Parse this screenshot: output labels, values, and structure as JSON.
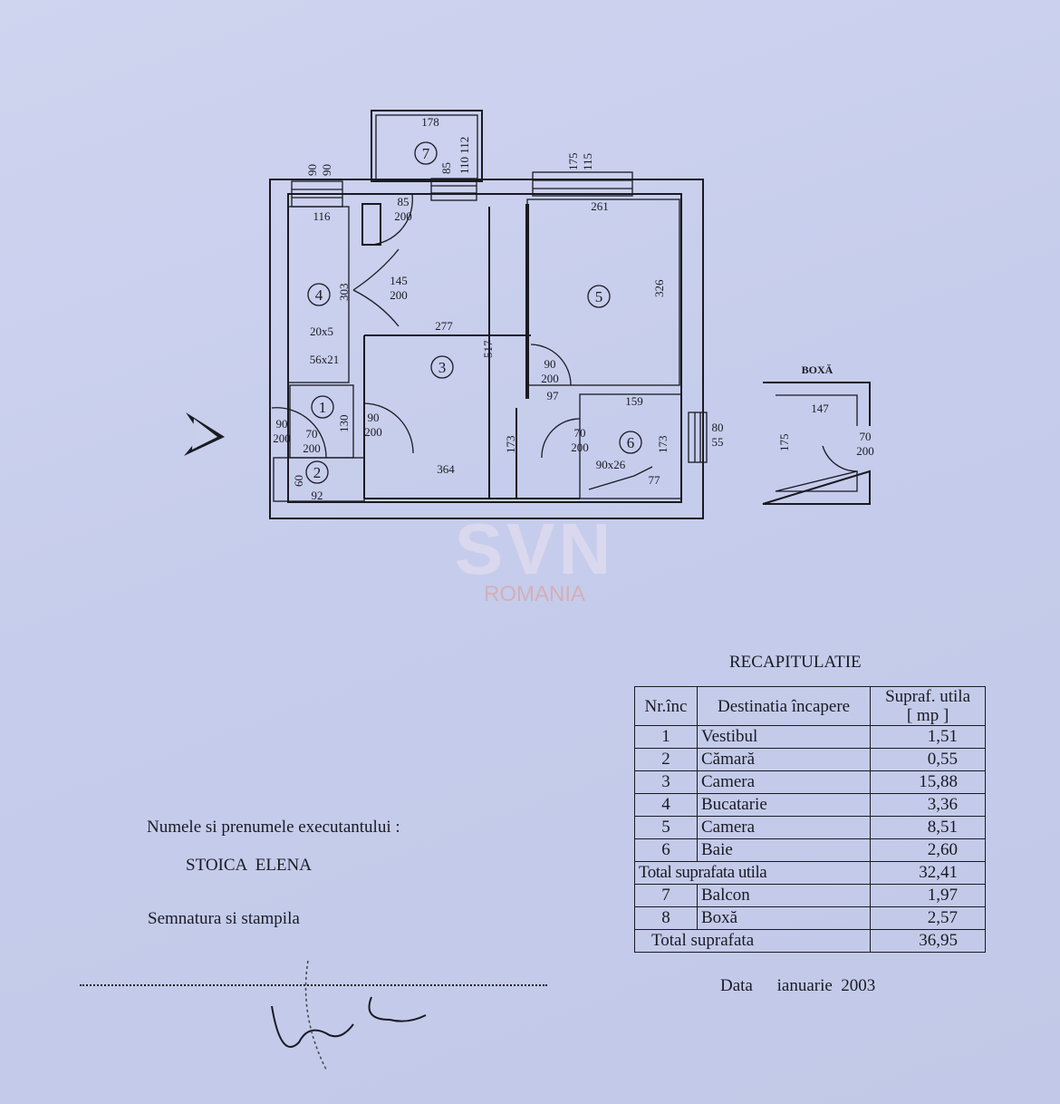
{
  "plan": {
    "rooms": [
      "1",
      "2",
      "3",
      "4",
      "5",
      "6",
      "7"
    ],
    "dims": {
      "balcony_width": "178",
      "balcony_depth": "85",
      "balcony_side": "110 112",
      "balcony_door": "85",
      "balcony_door_h": "200",
      "window_top_left": "90",
      "window_top_left_h": "90",
      "window_top_right": "175",
      "window_top_right_h": "115",
      "kitchen_width": "116",
      "kitchen_len": "303",
      "kitchen_door": "145",
      "kitchen_door_h": "200",
      "kitchen_item1": "20x5",
      "kitchen_item2": "56x21",
      "room3_width": "277",
      "room3_len": "517",
      "room3_bottom": "364",
      "room3_side": "173",
      "room5_width": "261",
      "room5_len": "326",
      "room5_door": "90",
      "room5_door_h": "200",
      "corridor": "97",
      "vest_len": "130",
      "entry_door": "90",
      "entry_door_h": "200",
      "vest_door": "70",
      "vest_door_h": "200",
      "room3_door": "90",
      "room3_door_h": "200",
      "pantry_w": "92",
      "pantry_h": "60",
      "bath_width": "159",
      "bath_len": "173",
      "bath_door": "70",
      "bath_door_h": "200",
      "bath_item": "90x26",
      "bath_item2": "77",
      "bath_window": "80",
      "bath_window_h": "55"
    },
    "box": {
      "title": "BOXĂ",
      "width": "147",
      "len": "175",
      "door": "70",
      "door_h": "200"
    }
  },
  "watermark": {
    "logo": "SVN",
    "sub": "ROMANIA"
  },
  "recap": {
    "title": "RECAPITULATIE",
    "headers": [
      "Nr.înc",
      "Destinatia încapere",
      "Supraf. utila",
      "[ mp ]"
    ],
    "rows": [
      {
        "nr": "1",
        "name": "Vestibul",
        "area": "1,51"
      },
      {
        "nr": "2",
        "name": "Cămară",
        "area": "0,55"
      },
      {
        "nr": "3",
        "name": "Camera",
        "area": "15,88"
      },
      {
        "nr": "4",
        "name": "Bucatarie",
        "area": "3,36"
      },
      {
        "nr": "5",
        "name": "Camera",
        "area": "8,51"
      },
      {
        "nr": "6",
        "name": "Baie",
        "area": "2,60"
      }
    ],
    "subtotal": {
      "label": "Total suprafata utila",
      "area": "32,41"
    },
    "extra": [
      {
        "nr": "7",
        "name": "Balcon",
        "area": "1,97"
      },
      {
        "nr": "8",
        "name": "Boxă",
        "area": "2,57"
      }
    ],
    "total": {
      "label": "Total suprafata",
      "area": "36,95"
    },
    "date_label": "Data",
    "date_value": "ianuarie  2003"
  },
  "executor": {
    "label": "Numele si prenumele executantului  :",
    "name": "STOICA  ELENA",
    "signature_label": "Semnatura si stampila"
  }
}
